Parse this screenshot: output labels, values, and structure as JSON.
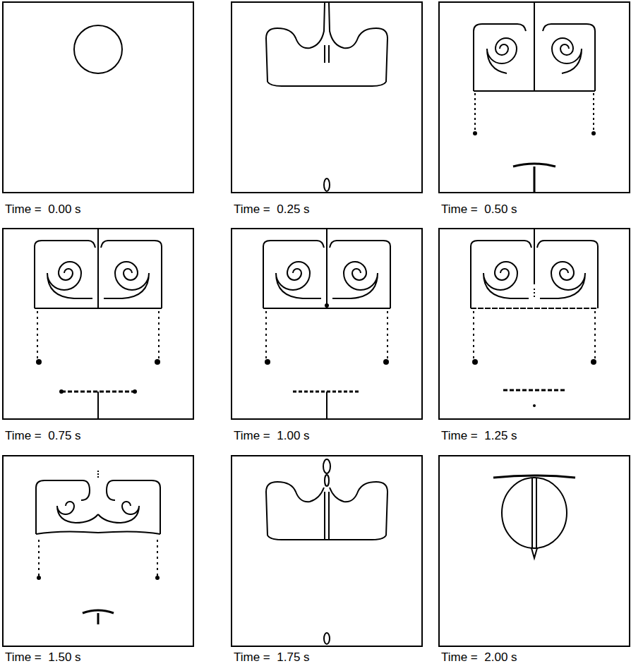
{
  "diagram": {
    "labels": [
      "Time =  0.00 s",
      "Time =  0.25 s",
      "Time =  0.50 s",
      "Time =  0.75 s",
      "Time =  1.00 s",
      "Time =  1.25 s",
      "Time =  1.50 s",
      "Time =  1.75 s",
      "Time =  2.00 s"
    ]
  }
}
